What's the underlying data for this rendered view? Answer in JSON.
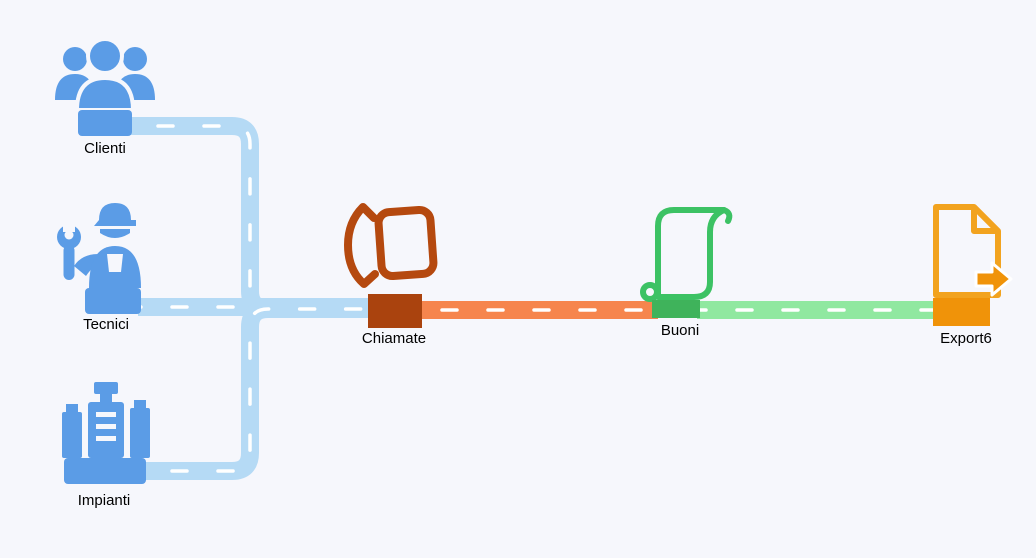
{
  "diagram": {
    "nodes": [
      {
        "id": "clienti",
        "label": "Clienti",
        "icon": "people-group-icon"
      },
      {
        "id": "tecnici",
        "label": "Tecnici",
        "icon": "technician-icon"
      },
      {
        "id": "impianti",
        "label": "Impianti",
        "icon": "industrial-plant-icon"
      },
      {
        "id": "chiamate",
        "label": "Chiamate",
        "icon": "phone-icon"
      },
      {
        "id": "buoni",
        "label": "Buoni",
        "icon": "scroll-icon"
      },
      {
        "id": "export6",
        "label": "Export6",
        "icon": "document-export-icon"
      }
    ],
    "connectors": [
      {
        "from": "Clienti",
        "to": "Chiamate",
        "color": "#b5daf5"
      },
      {
        "from": "Tecnici",
        "to": "Chiamate",
        "color": "#b5daf5"
      },
      {
        "from": "Impianti",
        "to": "Chiamate",
        "color": "#b5daf5"
      },
      {
        "from": "Chiamate",
        "to": "Buoni",
        "color": "#f6854d"
      },
      {
        "from": "Buoni",
        "to": "Export6",
        "color": "#90e8a0"
      }
    ]
  },
  "colors": {
    "background": "#f6f7fc",
    "node_blue": "#5b9ce6",
    "pipe_blue": "#b5daf5",
    "pipe_orange": "#f6854d",
    "pipe_green": "#90e8a0",
    "phone_brown": "#b5490f",
    "phone_base": "#aa430e",
    "scroll_green": "#3cc264",
    "scroll_base": "#3fb35b",
    "export_orange": "#f2a31f",
    "export_base": "#f09309",
    "label_text": "#000000",
    "dash_white": "#ffffff"
  }
}
